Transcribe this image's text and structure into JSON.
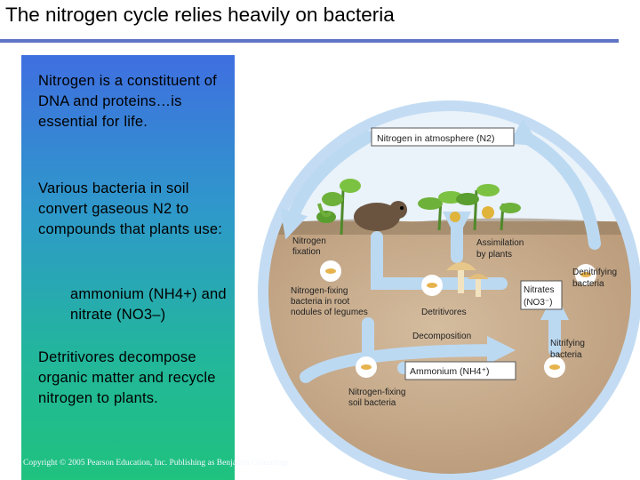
{
  "slide": {
    "title": "The nitrogen cycle relies heavily on bacteria",
    "para1": "Nitrogen is a constituent of DNA and proteins…is essential for life.",
    "para2": "Various bacteria in soil convert gaseous N2 to compounds that plants use:",
    "para3": "ammonium (NH4+) and nitrate (NO3–)",
    "para4": "Detritivores decompose organic matter and recycle nitrogen to plants.",
    "copyright": "Copyright © 2005 Pearson Education, Inc. Publishing as Benjamin Cummings"
  },
  "diagram": {
    "atmosphere_box": "Nitrogen in atmosphere (N2)",
    "nitrogen_fixation": [
      "Nitrogen",
      "fixation"
    ],
    "assimilation": [
      "Assimilation",
      "by plants"
    ],
    "denitrifying": [
      "Denitrifying",
      "bacteria"
    ],
    "nitrogen_fixing_root": [
      "Nitrogen-fixing",
      "bacteria in root",
      "nodules of legumes"
    ],
    "detritivores": "Detritivores",
    "nitrates_box": [
      "Nitrates",
      "(NO3⁻)"
    ],
    "decomposition": "Decomposition",
    "nitrifying": [
      "Nitrifying",
      "bacteria"
    ],
    "ammonium_box": "Ammonium (NH4⁺)",
    "soil_bacteria": [
      "Nitrogen-fixing",
      "soil bacteria"
    ]
  },
  "colors": {
    "title_rule": "#5f74c4",
    "panel_top": "#3f6fe0",
    "panel_bottom": "#20c27e",
    "arrow": "#bcd9f2",
    "soil": "#c7ab8b"
  }
}
